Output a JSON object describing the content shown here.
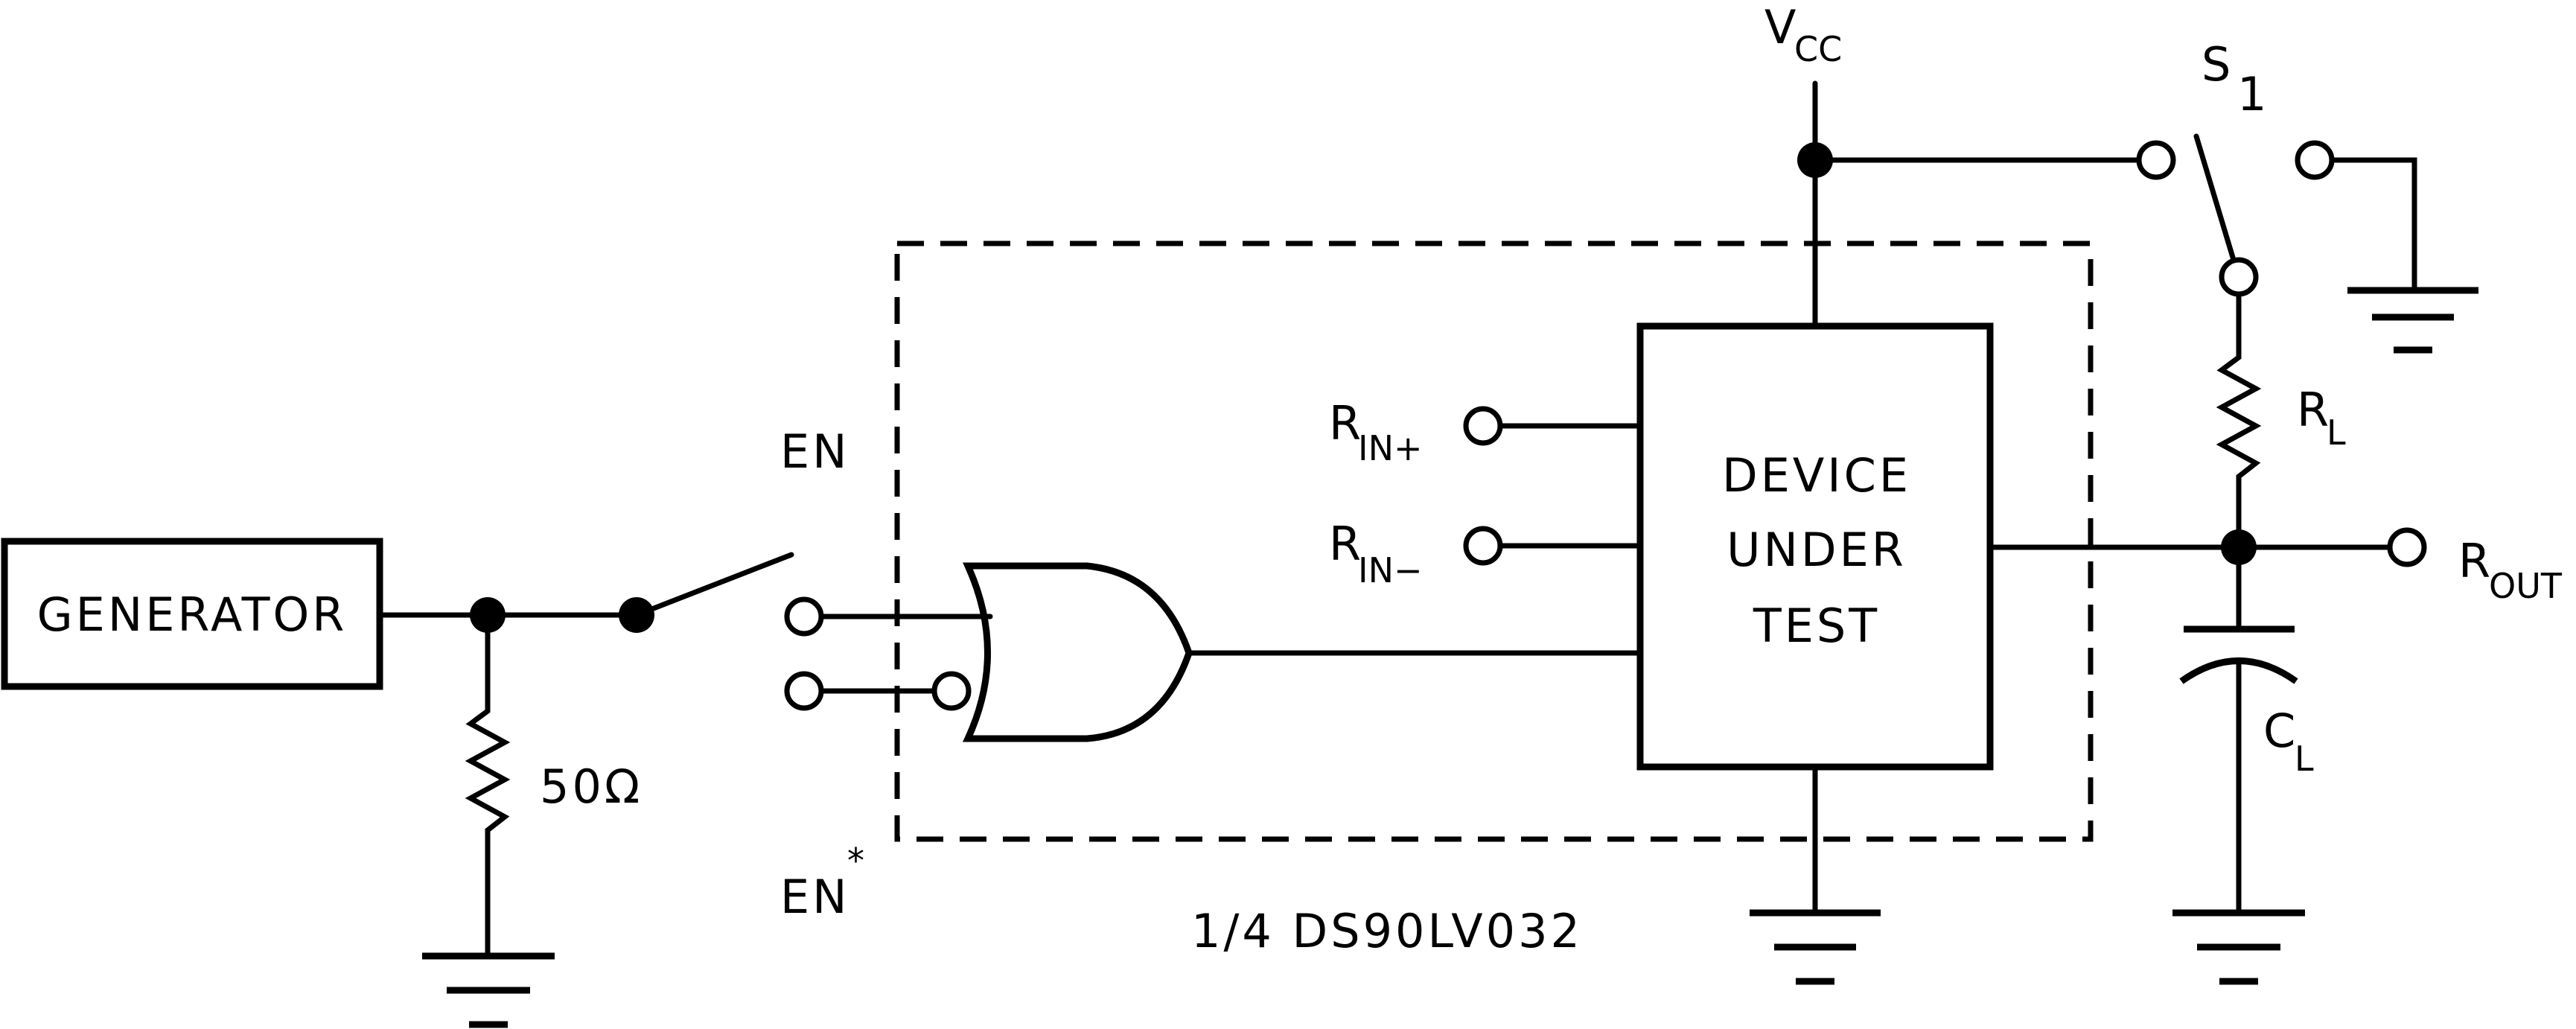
{
  "labels": {
    "generator": "GENERATOR",
    "resistor_50": "50Ω",
    "en": "EN",
    "en_star": "EN",
    "en_star_sup": "*",
    "rin_plus_main": "R",
    "rin_plus_sub": "IN+",
    "rin_minus_main": "R",
    "rin_minus_sub": "IN−",
    "dut_line1": "DEVICE",
    "dut_line2": "UNDER",
    "dut_line3": "TEST",
    "vcc_main": "V",
    "vcc_sub": "CC",
    "s1_main": "S",
    "s1_sub": "1",
    "rl_main": "R",
    "rl_sub": "L",
    "cl_main": "C",
    "cl_sub": "L",
    "rout_main": "R",
    "rout_sub": "OUT",
    "package": "1/4 DS90LV032"
  }
}
